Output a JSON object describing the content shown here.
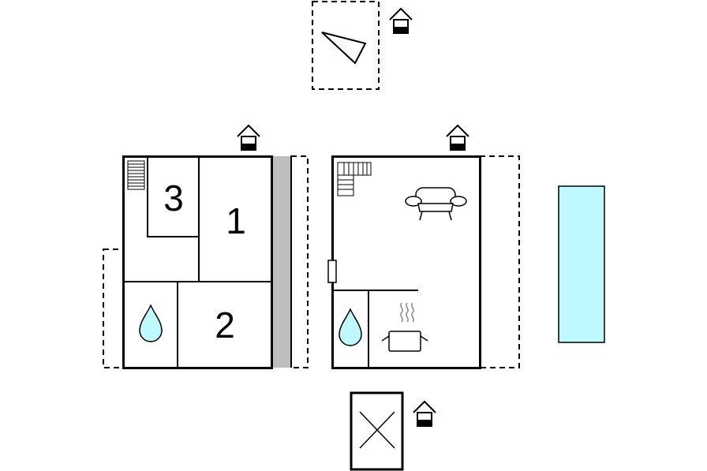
{
  "floorplan": {
    "left_building": {
      "rooms": [
        {
          "label": "3"
        },
        {
          "label": "1"
        },
        {
          "label": "2"
        }
      ]
    },
    "colors": {
      "terrace_dark": "#bdbdbd",
      "terrace_light": "#e6e6e6",
      "pool": "#bff8ff",
      "water_drop": "#bff8ff",
      "wall": "#000000"
    },
    "icons": [
      "house-icon",
      "stairs-icon",
      "bathroom-icon",
      "sofa-icon",
      "kitchen-icon",
      "window-icon",
      "pool-icon",
      "parking-icon",
      "outdoor-area-icon"
    ]
  }
}
